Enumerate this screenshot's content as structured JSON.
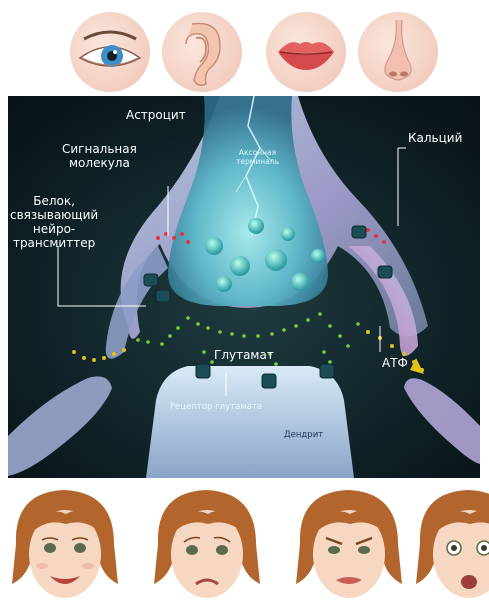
{
  "senses": [
    {
      "name": "eye"
    },
    {
      "name": "ear"
    },
    {
      "name": "lips"
    },
    {
      "name": "nose"
    }
  ],
  "synapse": {
    "labels": {
      "astrocyte": "Астроцит",
      "signal_molecule": "Сигнальная\nмолекула",
      "axon_terminal": "Аксонная\nтерминаль",
      "calcium": "Кальций",
      "binding_protein": "Белок,\nсвязывающий\nнейро-\nтрансмиттер",
      "glutamate": "Глутамат",
      "atp": "АТФ",
      "glutamate_receptor": "Рецептор глутамата",
      "dendrite": "Дендрит"
    },
    "colors": {
      "background": "#0e1d22",
      "astrocyte": "#9fb7d8",
      "terminal": "#63c6d6",
      "glutamate_dots": "#7ccf3a",
      "atp_dots": "#e3c21a",
      "signal_dots": "#e0334a"
    }
  },
  "faces": [
    {
      "expression": "happy"
    },
    {
      "expression": "sad"
    },
    {
      "expression": "angry"
    },
    {
      "expression": "surprised"
    }
  ]
}
